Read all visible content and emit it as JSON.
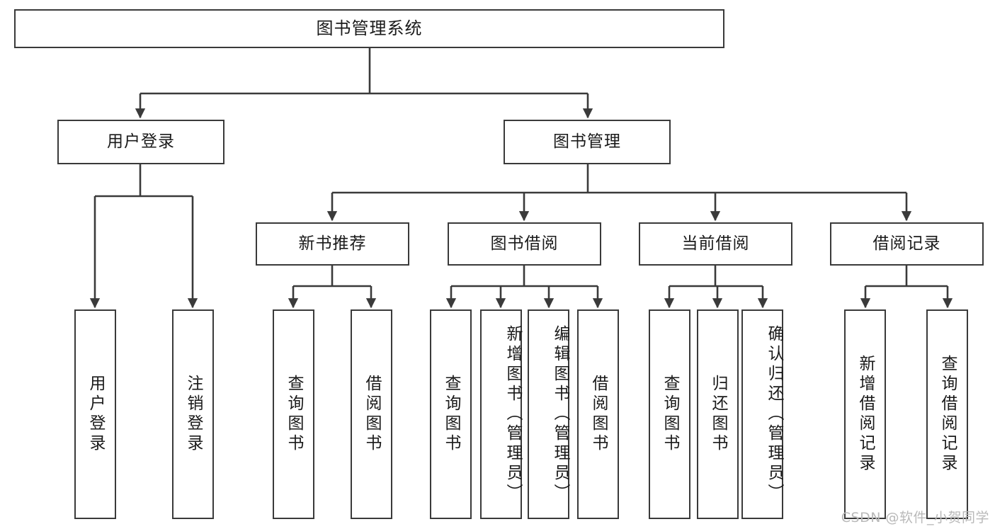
{
  "diagram": {
    "title": "图书管理系统",
    "type": "tree-hierarchy-chart",
    "watermark": "CSDN @软件_小贺同学",
    "colors": {
      "box_border": "#3a3a3a",
      "box_fill": "#ffffff",
      "edge": "#3a3a3a",
      "text": "#1a1a1a",
      "watermark": "#b9b9b9",
      "background": "#ffffff"
    },
    "levels": {
      "level1": [
        {
          "id": "root",
          "label": "图书管理系统"
        }
      ],
      "level2": [
        {
          "id": "user-login",
          "label": "用户登录"
        },
        {
          "id": "book-manage",
          "label": "图书管理"
        }
      ],
      "level3": [
        {
          "id": "new-book-recommend",
          "label": "新书推荐"
        },
        {
          "id": "book-borrow",
          "label": "图书借阅"
        },
        {
          "id": "current-borrow",
          "label": "当前借阅"
        },
        {
          "id": "borrow-record",
          "label": "借阅记录"
        }
      ],
      "level4": [
        {
          "id": "leaf-user-login",
          "label": "用户登录"
        },
        {
          "id": "leaf-logout-login",
          "label": "注销登录"
        },
        {
          "id": "leaf-query-book-1",
          "label": "查询图书"
        },
        {
          "id": "leaf-borrow-book-1",
          "label": "借阅图书"
        },
        {
          "id": "leaf-query-book-2",
          "label": "查询图书"
        },
        {
          "id": "leaf-add-book-admin",
          "label": "新增图书（管理员）"
        },
        {
          "id": "leaf-edit-book-admin",
          "label": "编辑图书（管理员）"
        },
        {
          "id": "leaf-borrow-book-2",
          "label": "借阅图书"
        },
        {
          "id": "leaf-query-book-3",
          "label": "查询图书"
        },
        {
          "id": "leaf-return-book",
          "label": "归还图书"
        },
        {
          "id": "leaf-confirm-return-admin",
          "label": "确认归还（管理员）"
        },
        {
          "id": "leaf-add-borrow-record",
          "label": "新增借阅记录"
        },
        {
          "id": "leaf-query-borrow-record",
          "label": "查询借阅记录"
        }
      ]
    }
  }
}
